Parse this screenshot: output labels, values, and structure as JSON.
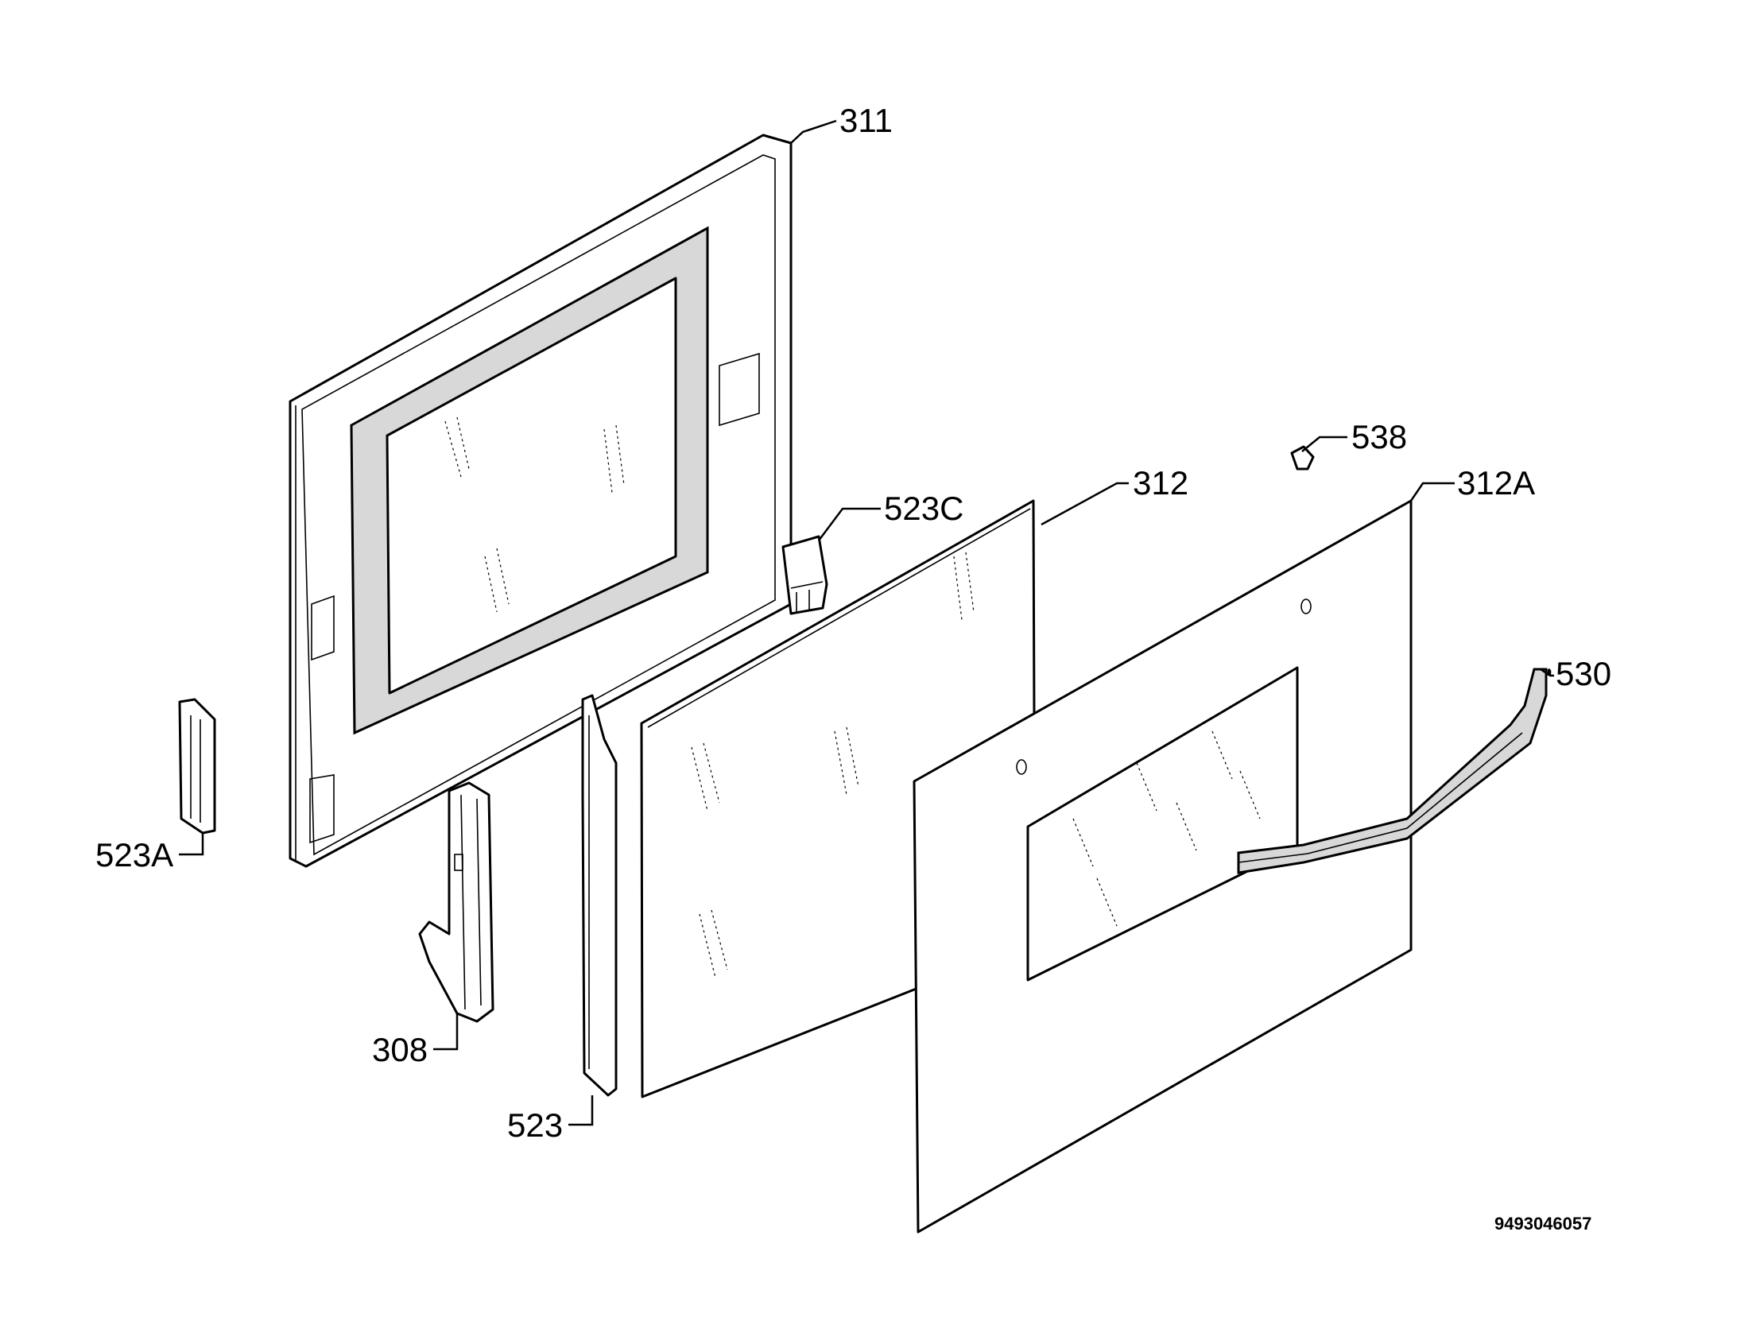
{
  "callouts": {
    "c311": "311",
    "c312": "312",
    "c312a": "312A",
    "c523c": "523C",
    "c538": "538",
    "c530": "530",
    "c523a": "523A",
    "c308": "308",
    "c523": "523"
  },
  "drawing_code": "9493046057",
  "colors": {
    "line": "#000000",
    "gasket": "#d8d8d8",
    "background": "#ffffff"
  }
}
